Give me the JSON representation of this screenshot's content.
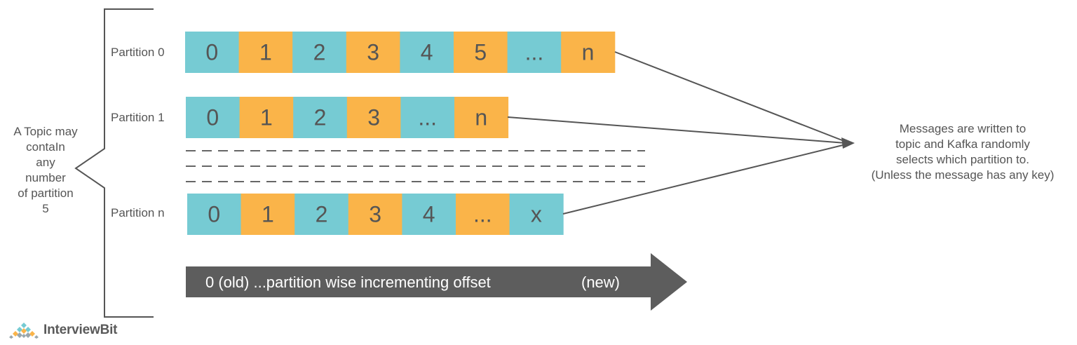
{
  "colors": {
    "cell_a": "#76cbd3",
    "cell_b": "#fab449",
    "text": "#555555",
    "arrow": "#5d5d5d"
  },
  "topic_label": [
    "A Topic may",
    "contaIn",
    "any",
    "number",
    "of partition",
    "5"
  ],
  "partitions": [
    {
      "name": "Partition 0",
      "cells": [
        "0",
        "1",
        "2",
        "3",
        "4",
        "5",
        "...",
        "n"
      ]
    },
    {
      "name": "Partition 1",
      "cells": [
        "0",
        "1",
        "2",
        "3",
        "...",
        "n"
      ]
    },
    {
      "name": "Partition n",
      "cells": [
        "0",
        "1",
        "2",
        "3",
        "4",
        "...",
        "x"
      ]
    }
  ],
  "offset_arrow": {
    "left_text": "0 (old) ...partition wise incrementing offset",
    "right_text": "(new)"
  },
  "messages_note": [
    "Messages are written to",
    "topic and Kafka randomly",
    "selects which partition to.",
    "(Unless the message has any key)"
  ],
  "logo": {
    "text": "InterviewBit",
    "icon": "diamond-grid-logo-icon"
  }
}
